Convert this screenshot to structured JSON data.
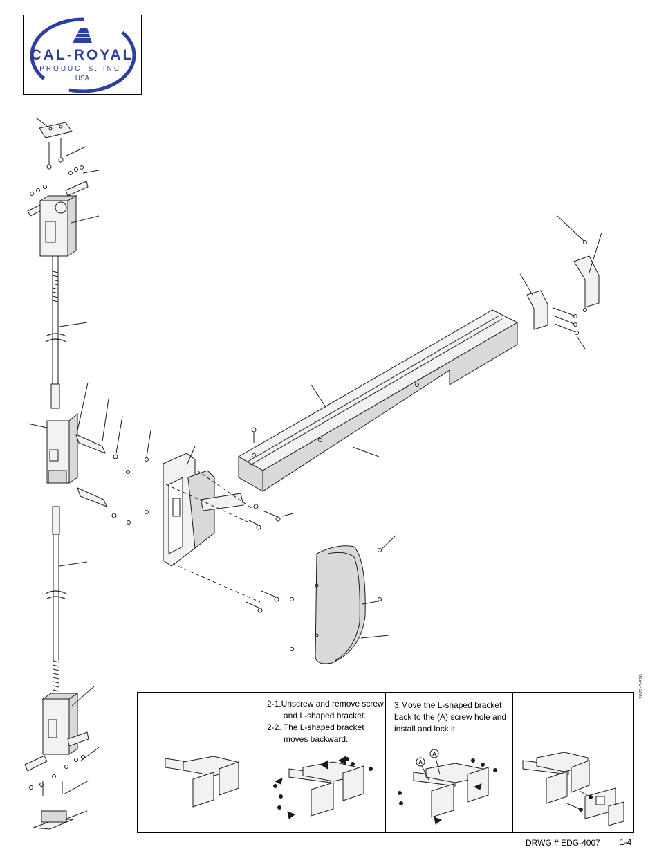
{
  "logo": {
    "name": "CAL-ROYAL",
    "subtitle": "PRODUCTS, INC.",
    "country": "USA",
    "brand_color": "#2c3f9c"
  },
  "steps": [
    {
      "lines": []
    },
    {
      "lines": [
        "2-1.Unscrew and remove screw",
        "and L-shaped bracket.",
        "2-2. The L-shaped bracket",
        "moves backward."
      ]
    },
    {
      "lines": [
        "3.Move the L-shaped bracket",
        "back to the (A) screw hole and",
        "install and lock it."
      ],
      "callout": "A"
    },
    {
      "lines": []
    }
  ],
  "side_code": "2022-0-826",
  "footer": {
    "drawing_number": "DRWG.# EDG-4007",
    "sheet": "1-4"
  },
  "colors": {
    "line": "#1a1a1a",
    "fill_light": "#f2f2f2",
    "fill_mid": "#d9d9d9"
  }
}
